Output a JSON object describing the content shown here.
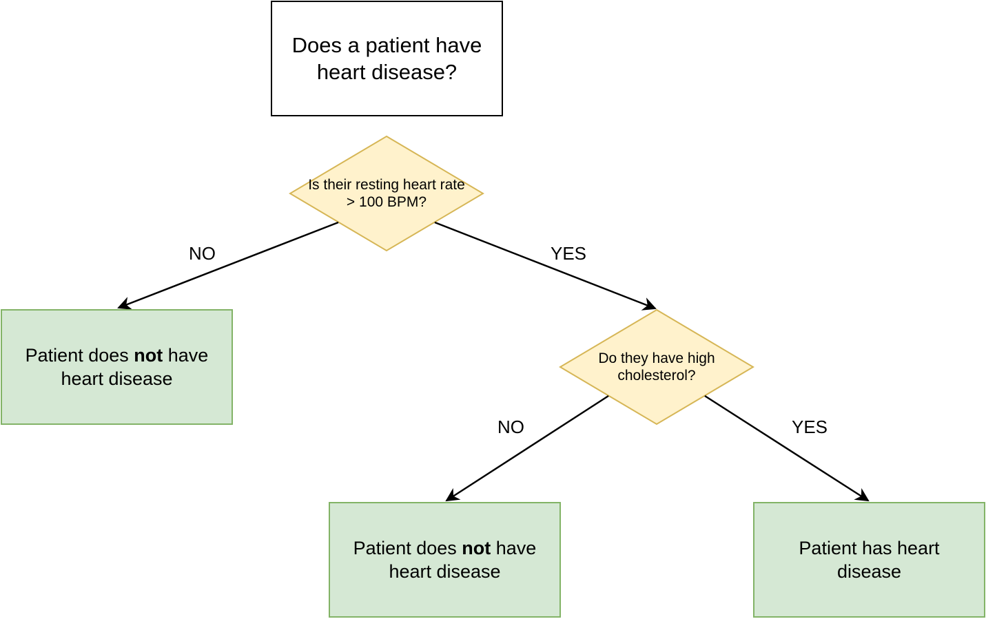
{
  "root": {
    "question": "Does a patient have heart disease?"
  },
  "decisions": [
    {
      "text": "Is their resting heart rate > 100 BPM?"
    },
    {
      "text": "Do they have high cholesterol?"
    }
  ],
  "edge_labels": {
    "d1_no": "NO",
    "d1_yes": "YES",
    "d2_no": "NO",
    "d2_yes": "YES"
  },
  "outcomes": [
    {
      "prefix": "Patient does ",
      "emphasis": "not",
      "suffix": " have heart disease"
    },
    {
      "prefix": "Patient does ",
      "emphasis": "not",
      "suffix": " have heart disease"
    },
    {
      "prefix": "Patient has heart disease",
      "emphasis": "",
      "suffix": ""
    }
  ],
  "colors": {
    "decision_fill": "#fff2cc",
    "decision_stroke": "#d6b656",
    "outcome_fill": "#d5e8d4",
    "outcome_stroke": "#82b366",
    "edge": "#000000"
  }
}
